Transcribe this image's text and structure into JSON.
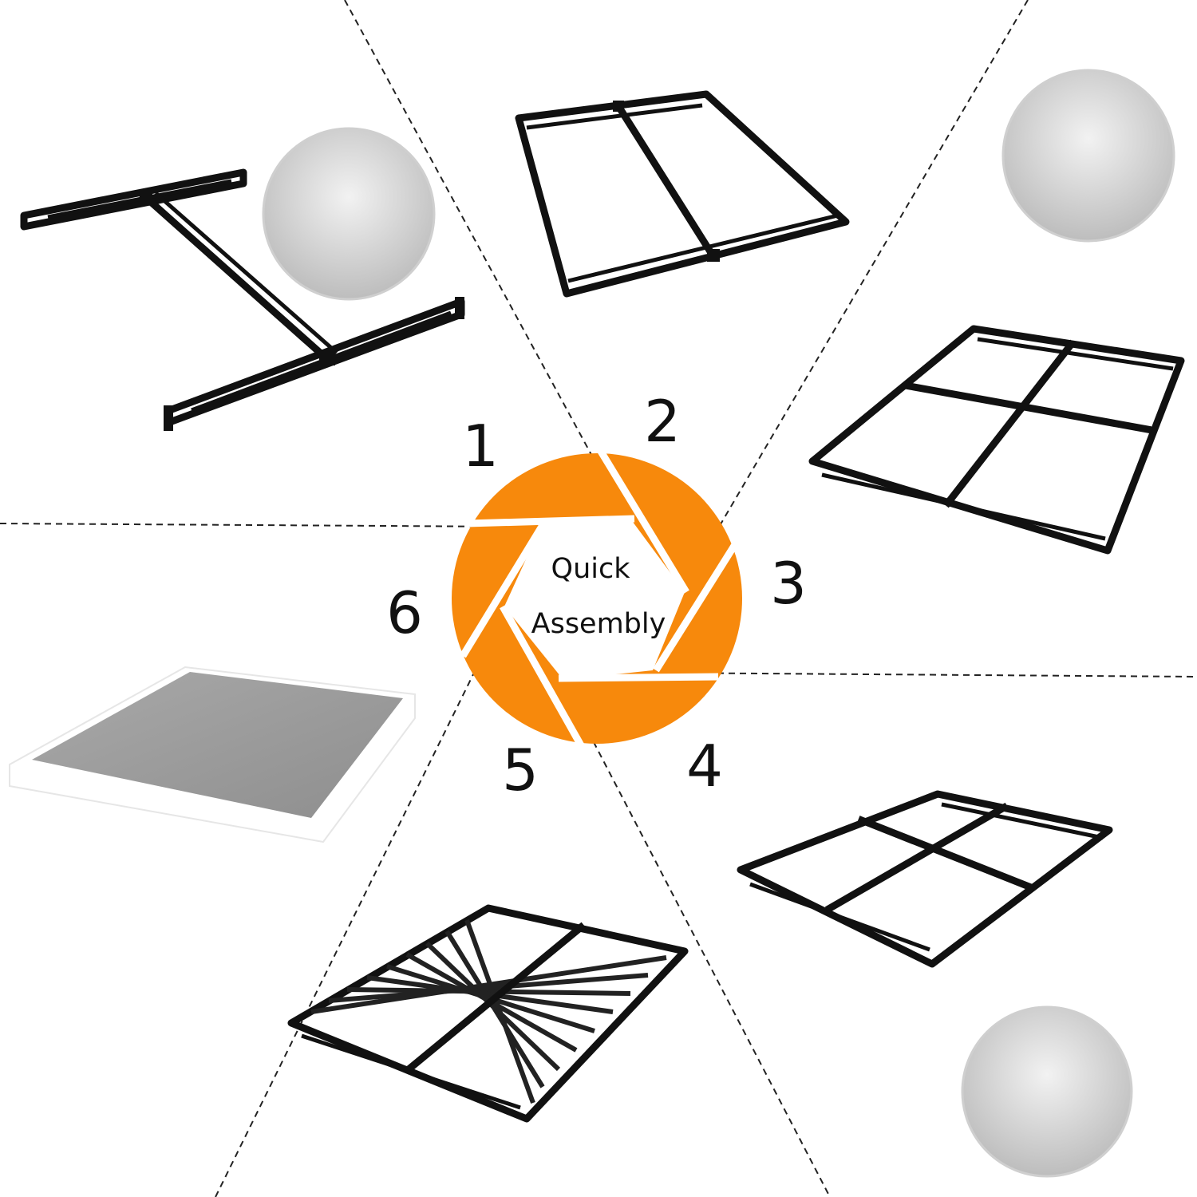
{
  "center": {
    "line1": "Quick",
    "line2": "Assembly"
  },
  "steps": [
    {
      "label": "1"
    },
    {
      "label": "2"
    },
    {
      "label": "3"
    },
    {
      "label": "4"
    },
    {
      "label": "5"
    },
    {
      "label": "6"
    }
  ],
  "colors": {
    "accent": "#F7890C",
    "frame": "#111111",
    "mattress_top": "#9A9A9A",
    "mattress_side": "#FFFFFF",
    "detail_bg": "#D9D9D9"
  }
}
